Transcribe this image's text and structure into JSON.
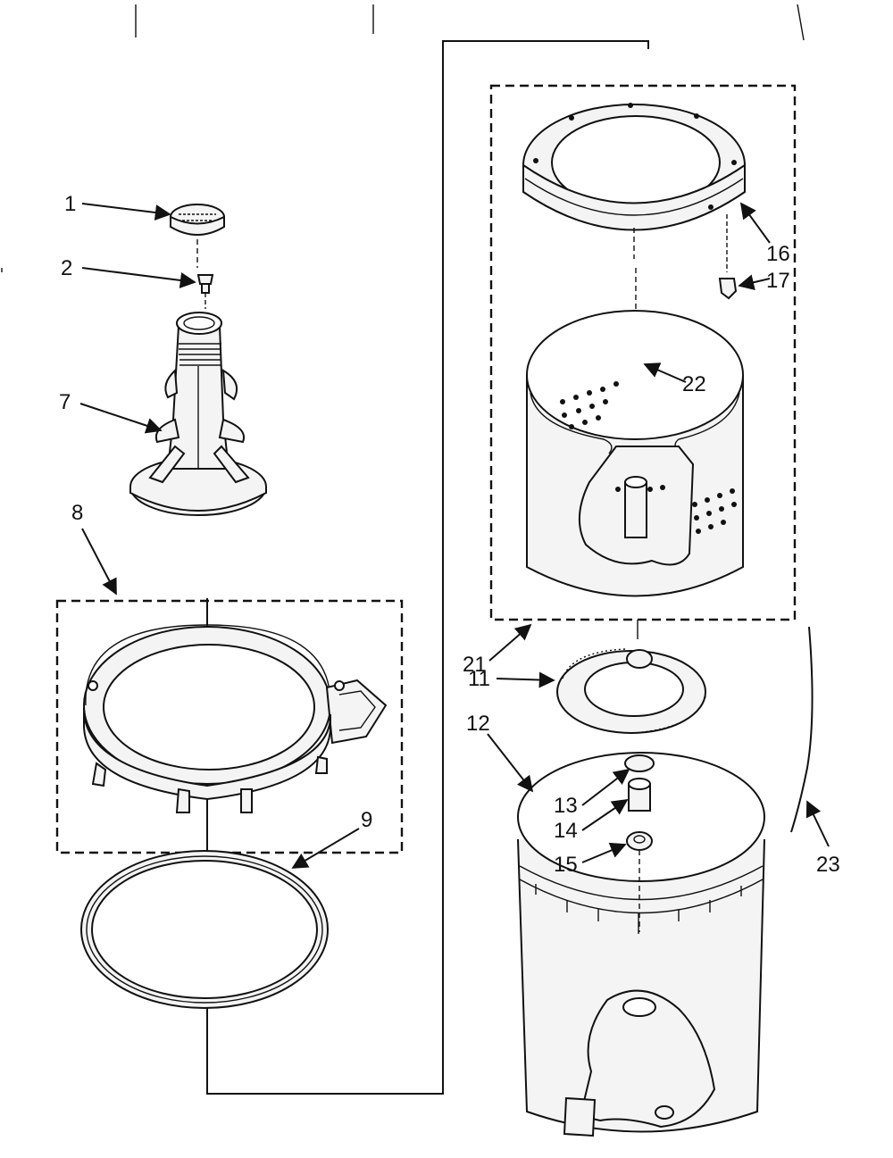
{
  "labels": {
    "l1": "1",
    "l2": "2",
    "l7": "7",
    "l8": "8",
    "l9": "9",
    "l11": "11",
    "l12": "12",
    "l13": "13",
    "l14": "14",
    "l15": "15",
    "l16": "16",
    "l17": "17",
    "l21": "21",
    "l22": "22",
    "l23": "23"
  }
}
